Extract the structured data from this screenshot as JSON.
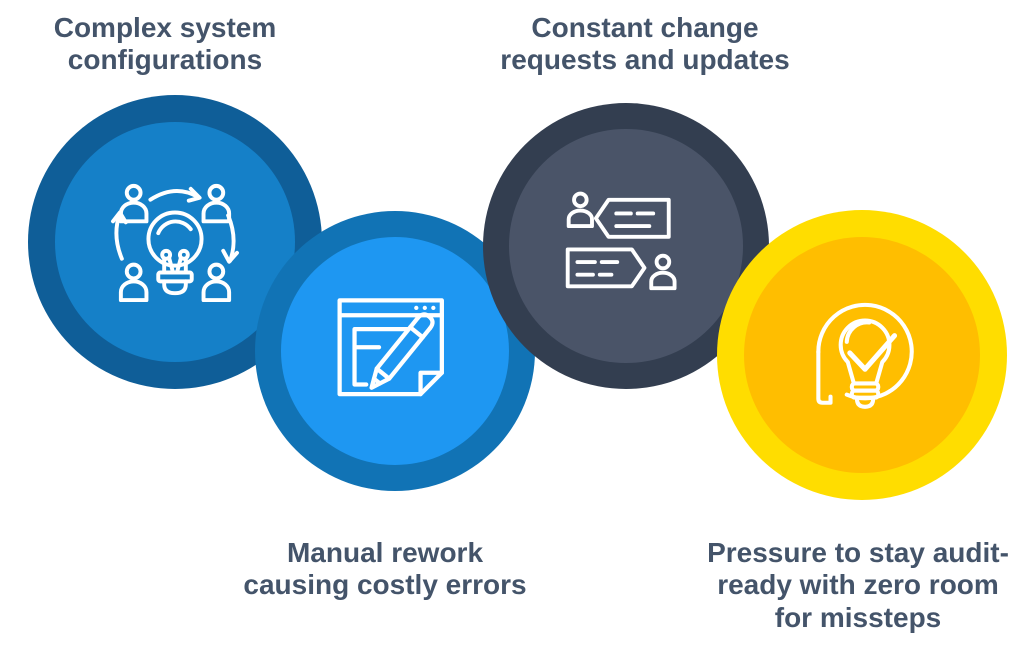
{
  "canvas": {
    "background": "#ffffff",
    "text_color": "#44546A"
  },
  "items": [
    {
      "label": "Complex system configurations",
      "lines": [
        "Complex system",
        "configurations"
      ],
      "label_position": "above",
      "icon": "collaboration-lightbulb-icon",
      "colors": {
        "outer": "#0F5E98",
        "inner": "#1580C8",
        "icon": "#FFFFFF"
      }
    },
    {
      "label": "Manual rework causing costly errors",
      "lines": [
        "Manual rework",
        "causing costly errors"
      ],
      "label_position": "below",
      "icon": "document-pencil-icon",
      "colors": {
        "outer": "#1173B5",
        "inner": "#1E97F2",
        "icon": "#FFFFFF"
      }
    },
    {
      "label": "Constant change requests and updates",
      "lines": [
        "Constant change",
        "requests and updates"
      ],
      "label_position": "above",
      "icon": "conversation-change-requests-icon",
      "colors": {
        "outer": "#333E50",
        "inner": "#4A5468",
        "icon": "#FFFFFF"
      }
    },
    {
      "label": "Pressure to stay audit-ready with zero room for missteps",
      "lines": [
        "Pressure to stay audit-",
        "ready with zero room",
        "for missteps"
      ],
      "label_position": "below",
      "icon": "lightbulb-checkmark-icon",
      "colors": {
        "outer": "#FFDD00",
        "inner": "#FFBE00",
        "icon": "#FFFFFF"
      }
    }
  ]
}
